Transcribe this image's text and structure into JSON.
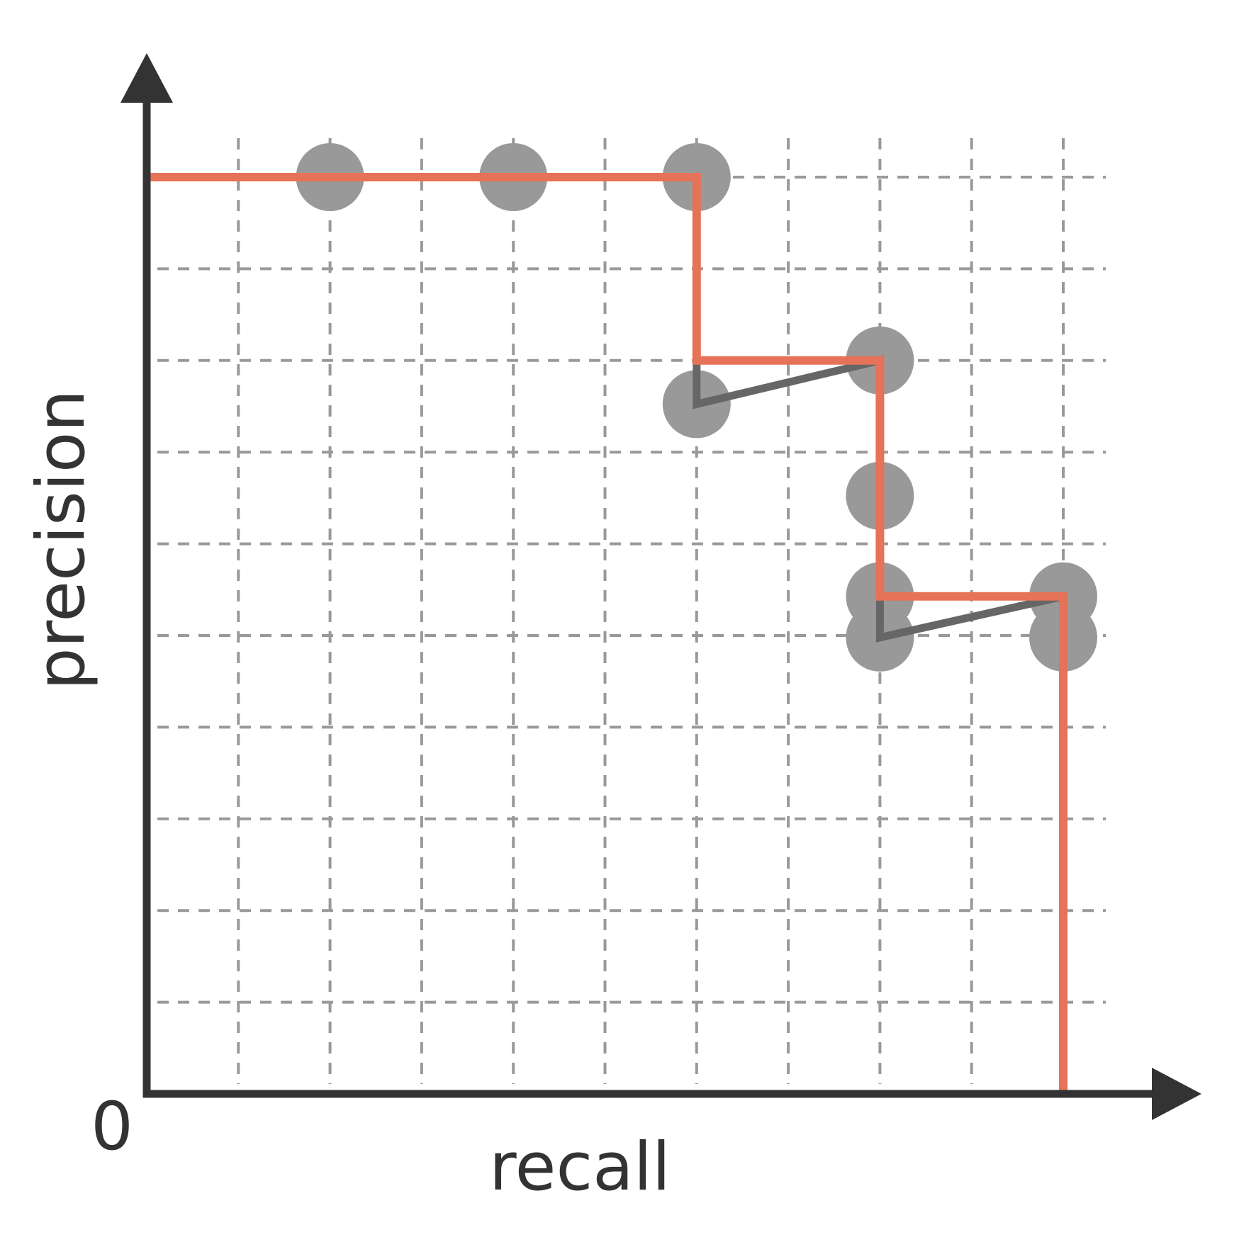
{
  "chart_data": {
    "type": "line",
    "xlabel": "recall",
    "ylabel": "precision",
    "origin_label": "0",
    "xlim": [
      0,
      1
    ],
    "ylim": [
      0,
      1
    ],
    "grid": true,
    "points": [
      {
        "x": 0.2,
        "y": 1.0
      },
      {
        "x": 0.4,
        "y": 1.0
      },
      {
        "x": 0.6,
        "y": 1.0
      },
      {
        "x": 0.6,
        "y": 0.7524
      },
      {
        "x": 0.8,
        "y": 0.8
      },
      {
        "x": 0.8,
        "y": 0.6524
      },
      {
        "x": 0.8,
        "y": 0.5427
      },
      {
        "x": 0.8,
        "y": 0.4978
      },
      {
        "x": 1.0,
        "y": 0.5427
      },
      {
        "x": 1.0,
        "y": 0.4978
      }
    ],
    "raw_curve": [
      {
        "x": 0.6,
        "y": 0.8
      },
      {
        "x": 0.6,
        "y": 0.7524
      },
      {
        "x": 0.8,
        "y": 0.8
      },
      {
        "x": 0.8,
        "y": 0.5427
      },
      {
        "x": 0.8,
        "y": 0.4978
      },
      {
        "x": 1.0,
        "y": 0.5427
      }
    ],
    "interpolated_curve": [
      {
        "x": 0.0,
        "y": 1.0
      },
      {
        "x": 0.6,
        "y": 1.0
      },
      {
        "x": 0.6,
        "y": 0.8
      },
      {
        "x": 0.8,
        "y": 0.8
      },
      {
        "x": 0.8,
        "y": 0.5427
      },
      {
        "x": 1.0,
        "y": 0.5427
      },
      {
        "x": 1.0,
        "y": 0.0
      }
    ],
    "colors": {
      "axis": "#333333",
      "grid": "#999999",
      "points": "#999999",
      "raw_curve": "#666666",
      "interpolated_curve": "#e67257"
    }
  }
}
